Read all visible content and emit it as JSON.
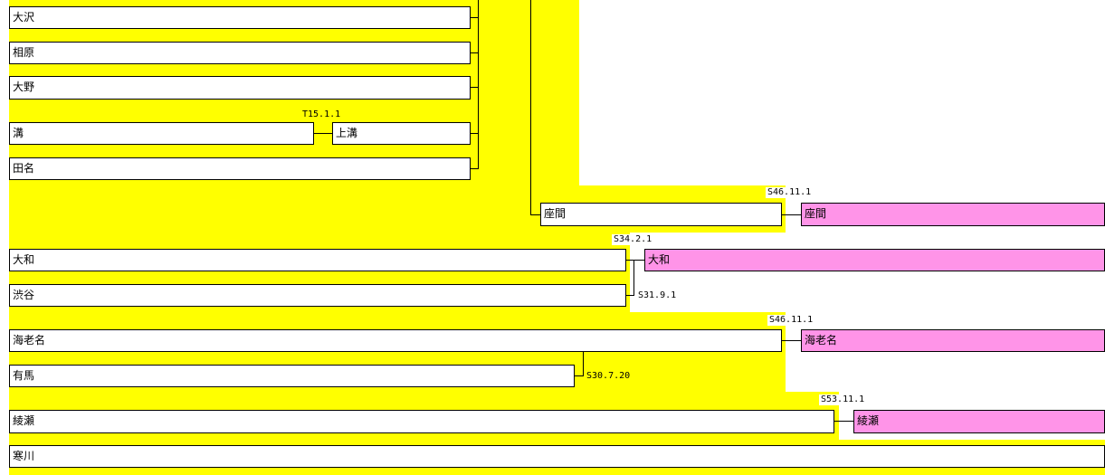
{
  "stations": {
    "oosawa": "大沢",
    "aihara": "相原",
    "oono": "大野",
    "mizo": "溝",
    "kamimizo": "上溝",
    "tana": "田名",
    "zama_old": "座間",
    "zama_new": "座間",
    "yamato_old": "大和",
    "shibuya": "渋谷",
    "yamato_new": "大和",
    "ebina_old": "海老名",
    "ebina_new": "海老名",
    "arima": "有馬",
    "ayase_old": "綾瀬",
    "ayase_new": "綾瀬",
    "samukawa": "寒川"
  },
  "dates": {
    "kamimizo": "T15.1.1",
    "zama": "S46.11.1",
    "yamato": "S34.2.1",
    "shibuya": "S31.9.1",
    "ebina": "S46.11.1",
    "arima": "S30.7.20",
    "ayase": "S53.11.1"
  },
  "colors": {
    "background": "#ffff00",
    "new_municipality": "#ff94e8"
  }
}
